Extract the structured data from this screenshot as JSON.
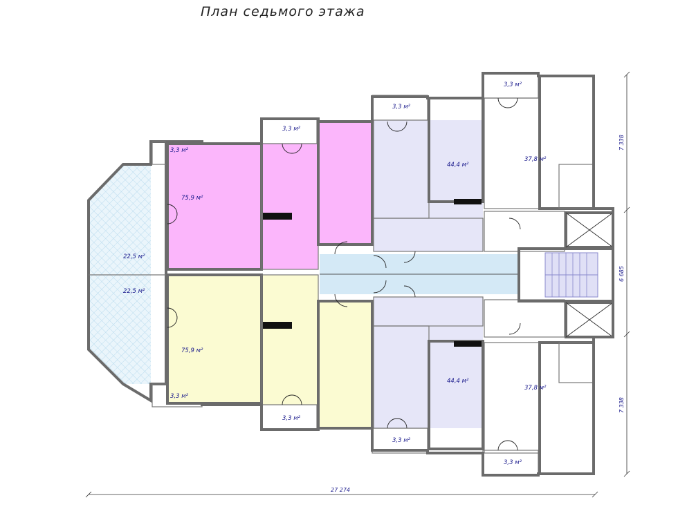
{
  "title": "План седьмого этажа",
  "colors": {
    "apartment_pink": "#fbb6fb",
    "apartment_yellow": "#fbfbd2",
    "apartment_lavender": "#e6e6f8",
    "apartment_blue": "#cfe7f5",
    "balcony": "#e9f4fb",
    "corridor": "#cfe7f5",
    "wall": "#6b6b6b",
    "label": "#1a1a8c"
  },
  "rooms": {
    "pink_apartment_area": "75,9 м²",
    "yellow_apartment_area": "75,9 м²",
    "lavender_top_area": "44,4 м²",
    "lavender_bottom_area": "44,4 м²",
    "blue_top_area": "37,8 м²",
    "blue_bottom_area": "37,8 м²",
    "terrace_top_area": "22,5 м²",
    "terrace_bottom_area": "22,5 м²",
    "balcony_1": "3,3 м²",
    "balcony_2": "3,3 м²",
    "balcony_3": "3,3 м²",
    "balcony_4": "3,3 м²",
    "balcony_5": "3,3 м²",
    "balcony_6": "3,3 м²",
    "balcony_7": "3,3 м²",
    "balcony_8": "3,3 м²"
  },
  "dimensions": {
    "total_width": "27 274",
    "right_top": "7 338",
    "right_middle": "6 685",
    "right_bottom": "7 338"
  }
}
